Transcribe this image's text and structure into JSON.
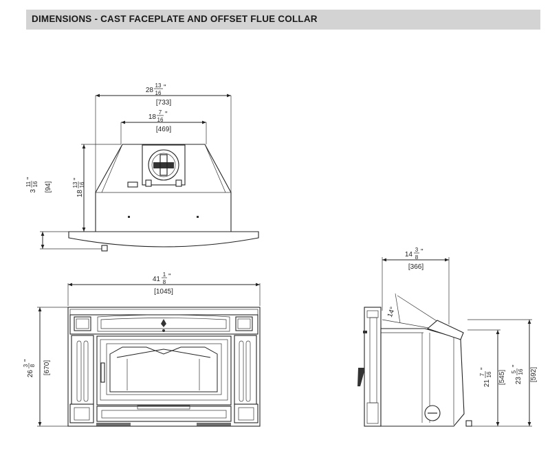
{
  "header": {
    "title": "DIMENSIONS - CAST FACEPLATE AND OFFSET FLUE COLLAR"
  },
  "dimensions": {
    "top_overall": {
      "whole": "28",
      "num": "13",
      "den": "16",
      "unit": "\"",
      "metric": "[733]"
    },
    "top_flue": {
      "whole": "18",
      "num": "7",
      "den": "16",
      "unit": "\"",
      "metric": "[469]"
    },
    "top_depth": {
      "whole": "18",
      "num": "13",
      "den": "16",
      "unit": "\""
    },
    "top_lip": {
      "whole": "3",
      "num": "11",
      "den": "16",
      "unit": "\"",
      "metric": "[94]"
    },
    "front_width": {
      "whole": "41",
      "num": "1",
      "den": "8",
      "unit": "\"",
      "metric": "[1045]"
    },
    "front_height": {
      "whole": "26",
      "num": "3",
      "den": "8",
      "unit": "\"",
      "metric": "[670]"
    },
    "side_depth": {
      "whole": "14",
      "num": "3",
      "den": "8",
      "unit": "\"",
      "metric": "[366]"
    },
    "side_angle": {
      "label": "14°"
    },
    "side_height_a": {
      "whole": "21",
      "num": "7",
      "den": "16",
      "unit": "\"",
      "metric": "[545]"
    },
    "side_height_b": {
      "whole": "23",
      "num": "5",
      "den": "16",
      "unit": "\"",
      "metric": "[592]"
    }
  }
}
